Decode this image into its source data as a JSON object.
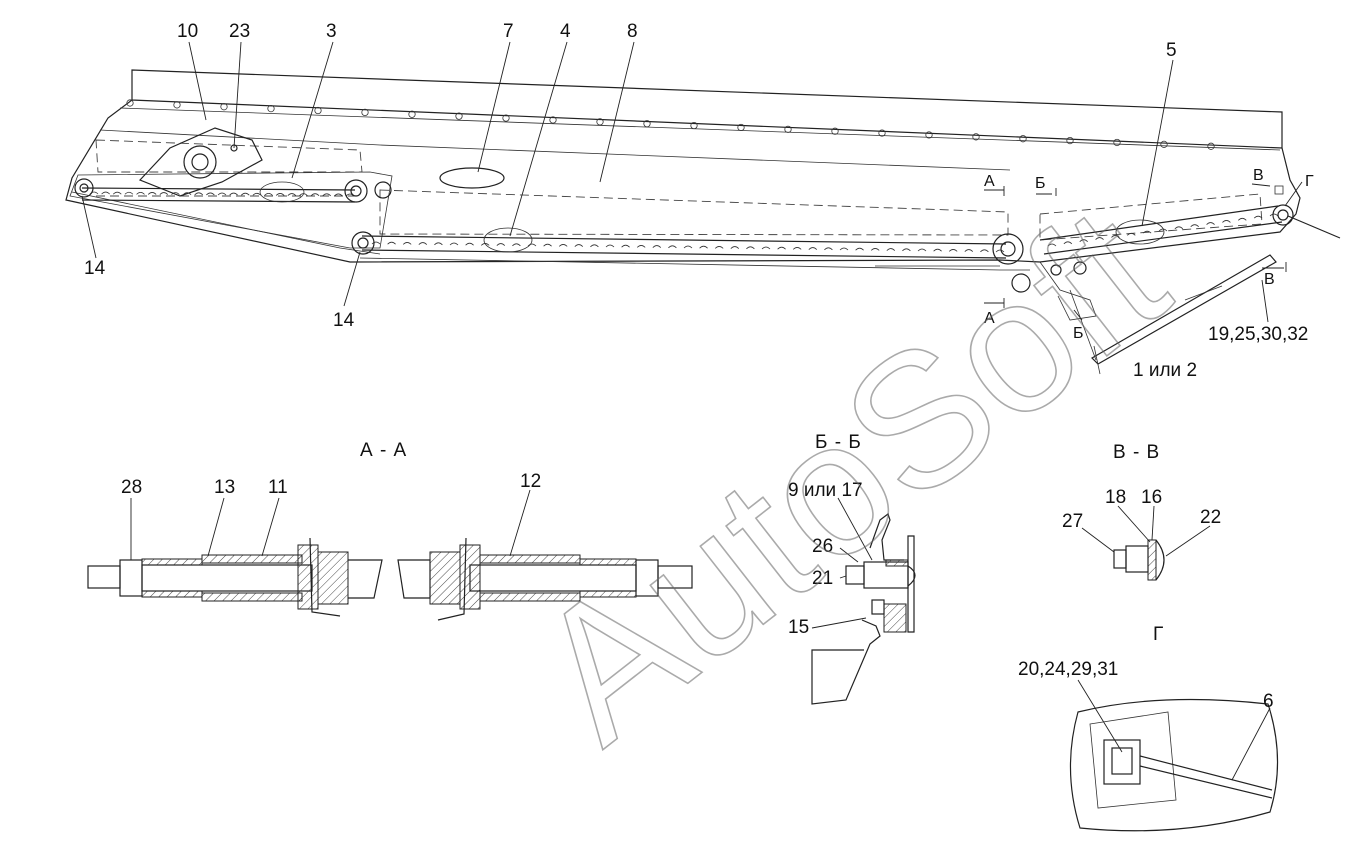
{
  "watermark": "AutoSoft",
  "views": {
    "section_aa": "А - А",
    "section_bb": "Б - Б",
    "section_vv": "В - В",
    "view_g": "Г"
  },
  "section_marks": {
    "a_top": "А",
    "a_bottom": "А",
    "b_top": "Б",
    "b_bottom": "Б",
    "v_top": "В",
    "v_bottom": "В",
    "g": "Г"
  },
  "main_callouts": [
    {
      "id": "c10",
      "text": "10"
    },
    {
      "id": "c23",
      "text": "23"
    },
    {
      "id": "c3",
      "text": "3"
    },
    {
      "id": "c7",
      "text": "7"
    },
    {
      "id": "c4",
      "text": "4"
    },
    {
      "id": "c8",
      "text": "8"
    },
    {
      "id": "c5",
      "text": "5"
    },
    {
      "id": "c14a",
      "text": "14"
    },
    {
      "id": "c14b",
      "text": "14"
    },
    {
      "id": "c19",
      "text": "19,25,30,32"
    },
    {
      "id": "c1",
      "text": "1 или 2"
    }
  ],
  "aa_callouts": [
    {
      "id": "c28",
      "text": "28"
    },
    {
      "id": "c13",
      "text": "13"
    },
    {
      "id": "c11",
      "text": "11"
    },
    {
      "id": "c12",
      "text": "12"
    }
  ],
  "bb_callouts": [
    {
      "id": "c9",
      "text": "9 или 17"
    },
    {
      "id": "c26",
      "text": "26"
    },
    {
      "id": "c21",
      "text": "21"
    },
    {
      "id": "c15",
      "text": "15"
    }
  ],
  "vv_callouts": [
    {
      "id": "c18",
      "text": "18"
    },
    {
      "id": "c16",
      "text": "16"
    },
    {
      "id": "c27",
      "text": "27"
    },
    {
      "id": "c22",
      "text": "22"
    }
  ],
  "g_callouts": [
    {
      "id": "c20",
      "text": "20,24,29,31"
    },
    {
      "id": "c6",
      "text": "6"
    }
  ]
}
